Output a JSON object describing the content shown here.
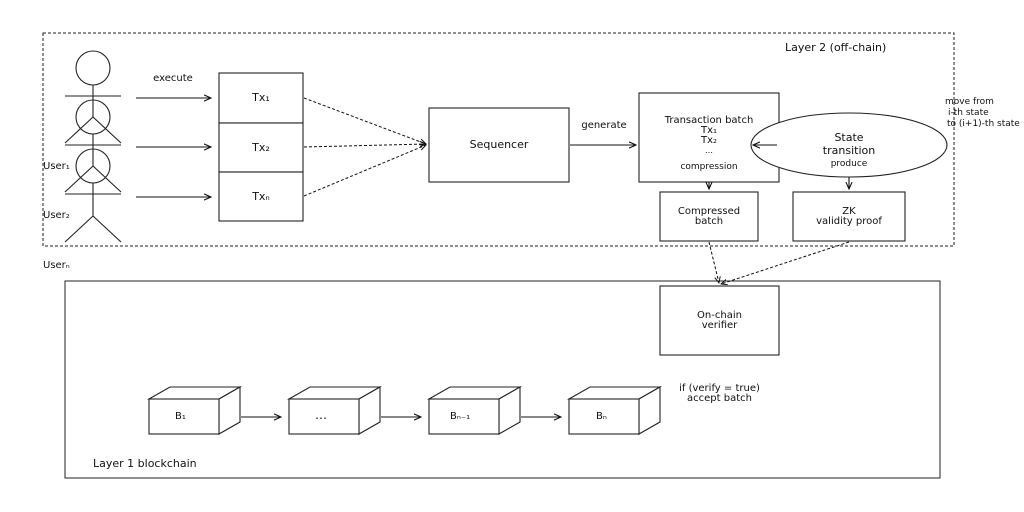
{
  "layer2": {
    "title": "Layer 2 (off-chain)"
  },
  "layer1": {
    "title": "Layer 1 blockchain"
  },
  "users": [
    "User₁",
    "User₂",
    "Userₙ"
  ],
  "edges": {
    "execute": "execute",
    "generate": "generate",
    "compression": "compression",
    "produce": "produce"
  },
  "txs": [
    "Tx₁",
    "Tx₂",
    "Txₙ"
  ],
  "sequencer": "Sequencer",
  "batch": {
    "title": "Transaction batch",
    "items": [
      "Tx₁",
      "Tx₂",
      "…"
    ]
  },
  "state": {
    "line1": "State",
    "line2": "transition"
  },
  "move_note": [
    "move from",
    "i-th state",
    "to (i+1)-th state"
  ],
  "compressed": {
    "line1": "Compressed",
    "line2": "batch"
  },
  "zk": {
    "line1": "ZK",
    "line2": "validity proof"
  },
  "verifier": {
    "line1": "On-chain",
    "line2": "verifier"
  },
  "verify_note": {
    "line1": "if (verify = true)",
    "line2": "accept batch"
  },
  "blocks": [
    "B₁",
    "…",
    "Bₙ₋₁",
    "Bₙ"
  ]
}
